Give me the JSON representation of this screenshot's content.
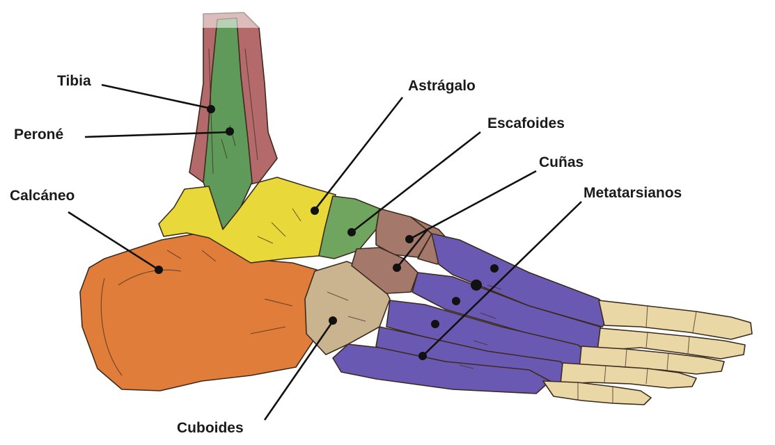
{
  "labels": {
    "tibia": "Tibia",
    "perone": "Peroné",
    "calcaneo": "Calcáneo",
    "astragalo": "Astrágalo",
    "escafoides": "Escafoides",
    "cunas": "Cuñas",
    "metatarsianos": "Metatarsianos",
    "cuboides": "Cuboides"
  },
  "colors": {
    "tibia": "#b46a6a",
    "perone": "#5f9a5a",
    "astragalo": "#e8d83a",
    "calcaneo": "#e07d3a",
    "escafoides": "#6fa55e",
    "cunas": "#a5786c",
    "cuboides": "#c9b48f",
    "metatarsianos": "#6a59b3",
    "falanges": "#ead7a6",
    "outline": "#3b2a1e"
  }
}
